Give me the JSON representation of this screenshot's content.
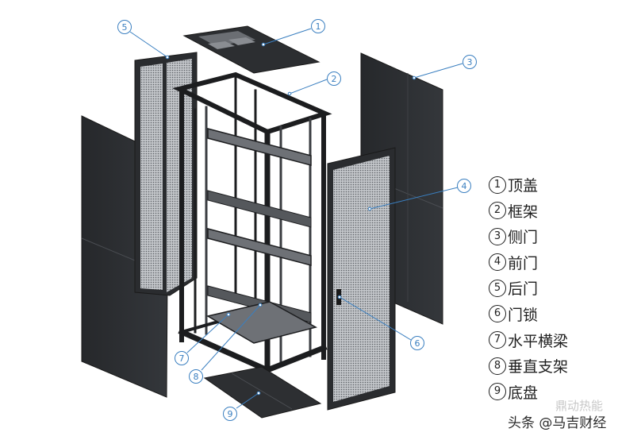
{
  "callouts": [
    {
      "id": "1",
      "label": "①",
      "name": "顶盖"
    },
    {
      "id": "2",
      "label": "②",
      "name": "框架"
    },
    {
      "id": "3",
      "label": "③",
      "name": "侧门"
    },
    {
      "id": "4",
      "label": "④",
      "name": "前门"
    },
    {
      "id": "5",
      "label": "⑤",
      "name": "后门"
    },
    {
      "id": "6",
      "label": "⑥",
      "name": "门锁"
    },
    {
      "id": "7",
      "label": "⑦",
      "name": "水平横梁"
    },
    {
      "id": "8",
      "label": "⑧",
      "name": "垂直支架"
    },
    {
      "id": "9",
      "label": "⑨",
      "name": "底盘"
    }
  ],
  "watermark": {
    "text": "头条 @马吉财经",
    "faint_text": "鼎动热能"
  },
  "colors": {
    "panel": "#2b2d30",
    "panel_light": "#3a3d41",
    "mesh": "#b9bcc0",
    "frame": "#1c1d1f",
    "callout_line": "#3a7fc0",
    "label": "#1f1f1f"
  }
}
